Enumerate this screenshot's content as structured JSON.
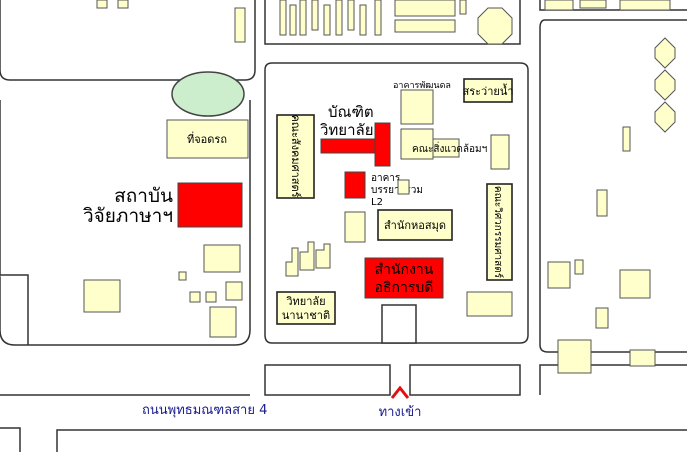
{
  "labels": {
    "parking": "ที่จอดรถ",
    "institute_line1": "สถาบัน",
    "institute_line2": "วิจัยภาษาฯ",
    "graduate_line1": "บัณฑิต",
    "graduate_line2": "วิทยาลัย",
    "social_sciences": "คณะสังคมศาสตร์",
    "development_building": "อาคารพัฒนดล",
    "swimming_pool": "สระว่ายน้ำ",
    "environment_faculty": "คณะสิ่งแวดล้อมฯ",
    "lecture_line1": "อาคาร",
    "lecture_line2": "บรรยายรวม",
    "lecture_line3": "L2",
    "library": "สำนักหอสมุด",
    "engineering": "คณะวิศวกรรมศาสตร์",
    "president_line1": "สำนักงาน",
    "president_line2": "อธิการบดี",
    "national_college_line1": "วิทยาลัย",
    "national_college_line2": "นานาชาติ",
    "road": "ถนนพุทธมณฑลสาย 4",
    "entrance": "ทางเข้า"
  },
  "colors": {
    "building": "#ffffcc",
    "highlight": "#ff0000",
    "field": "#cceecc",
    "road_text": "#1a1a8c",
    "entrance_arrow": "#e01010"
  }
}
